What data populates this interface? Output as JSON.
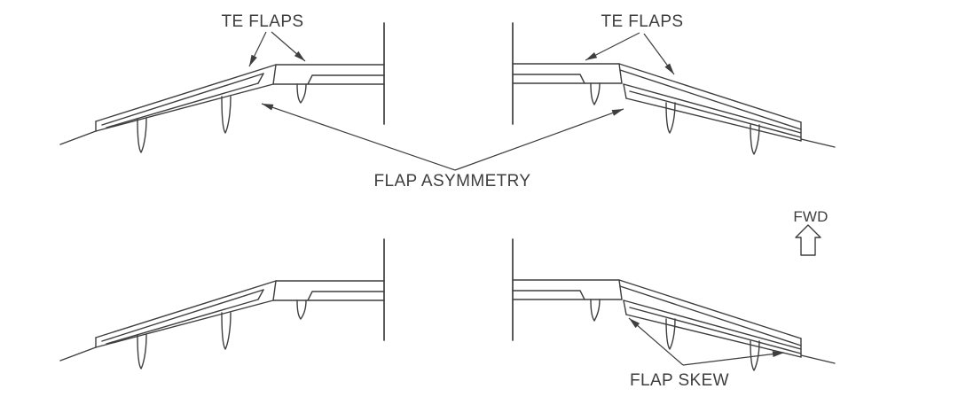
{
  "diagram": {
    "background": "#ffffff",
    "line_color": "#3e3e3e",
    "labels": {
      "te_flaps_left": "TE FLAPS",
      "te_flaps_right": "TE FLAPS",
      "flap_asymmetry": "FLAP ASYMMETRY",
      "flap_skew": "FLAP SKEW",
      "fwd": "FWD"
    }
  }
}
